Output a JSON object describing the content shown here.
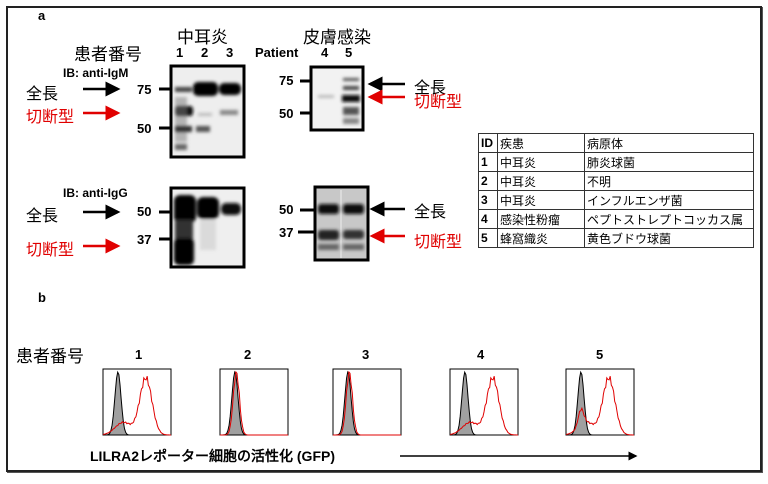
{
  "panel_a": {
    "label": "a",
    "patient_number_label": "患者番号",
    "group_otitis": "中耳炎",
    "group_skin": "皮膚感染",
    "patient_word": "Patient",
    "lanes_otitis": [
      "1",
      "2",
      "3"
    ],
    "lanes_skin": [
      "4",
      "5"
    ],
    "ib_igm": "IB: anti-IgM",
    "ib_igg": "IB: anti-IgG",
    "full_length": "全長",
    "truncated": "切断型",
    "mw_igm": [
      "75",
      "50"
    ],
    "mw_igg": [
      "50",
      "37"
    ],
    "colors": {
      "full_length_arrow": "#000000",
      "truncated_arrow": "#e00000"
    }
  },
  "table": {
    "headers": [
      "ID",
      "疾患",
      "病原体"
    ],
    "rows": [
      [
        "1",
        "中耳炎",
        "肺炎球菌"
      ],
      [
        "2",
        "中耳炎",
        "不明"
      ],
      [
        "3",
        "中耳炎",
        "インフルエンザ菌"
      ],
      [
        "4",
        "感染性粉瘤",
        "ペプトストレプトコッカス属"
      ],
      [
        "5",
        "蜂窩織炎",
        "黄色ブドウ球菌"
      ]
    ]
  },
  "panel_b": {
    "label": "b",
    "patient_number_label": "患者番号",
    "patients": [
      "1",
      "2",
      "3",
      "4",
      "5"
    ],
    "x_axis_label": "LILRA2レポーター細胞の活性化 (GFP)",
    "colors": {
      "control": "#000000",
      "control_fill": "#a0a0a0",
      "sample": "#e00000"
    }
  }
}
